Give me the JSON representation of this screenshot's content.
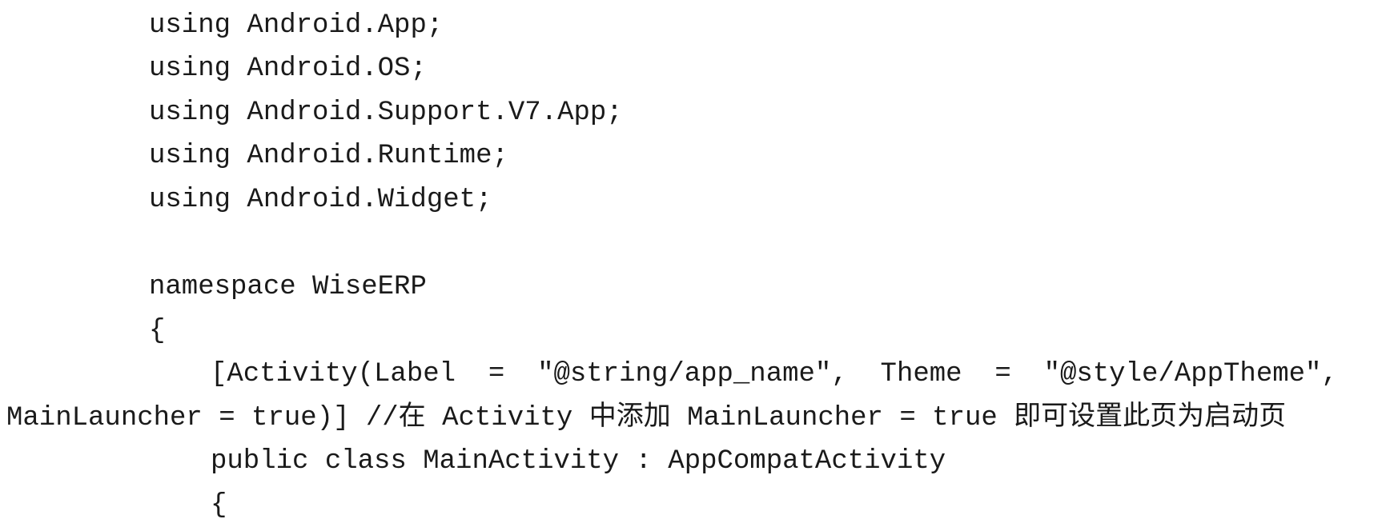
{
  "code": {
    "lines": [
      "using Android.App;",
      "using Android.OS;",
      "using Android.Support.V7.App;",
      "using Android.Runtime;",
      "using Android.Widget;",
      "",
      "namespace WiseERP",
      "{",
      "[Activity(Label  =  \"@string/app_name\",  Theme  =  \"@style/AppTheme\",",
      "MainLauncher = true)] //在 Activity 中添加 MainLauncher = true 即可设置此页为启动页",
      "public class MainActivity : AppCompatActivity",
      "{"
    ]
  }
}
